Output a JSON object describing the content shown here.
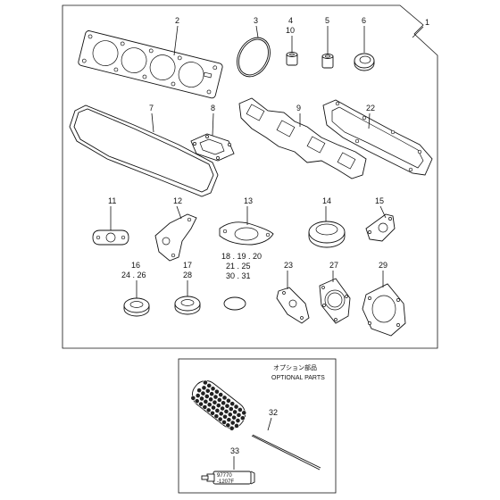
{
  "labels": {
    "p1": "1",
    "p2": "2",
    "p3": "3",
    "p4": "4",
    "p10": "10",
    "p5": "5",
    "p6": "6",
    "p7": "7",
    "p8": "8",
    "p9": "9",
    "p22": "22",
    "p11": "11",
    "p12": "12",
    "p13": "13",
    "p14": "14",
    "p15": "15",
    "p16": "16",
    "p24_26": "24 . 26",
    "p17": "17",
    "p28": "28",
    "p18_20": "18 . 19 . 20",
    "p21_25": "21 . 25",
    "p30_31": "30 . 31",
    "p23": "23",
    "p27": "27",
    "p29": "29",
    "p32": "32",
    "p33": "33"
  },
  "optional": {
    "jp": "オプション部品",
    "en": "OPTIONAL PARTS"
  },
  "tube": {
    "line1": "97770",
    "line2": "-1207F"
  }
}
